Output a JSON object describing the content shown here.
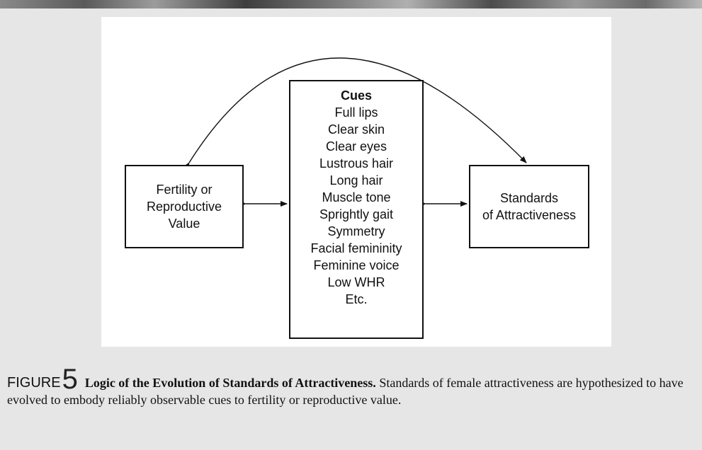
{
  "figure": {
    "label": "FIGURE",
    "number": "5",
    "title": "Logic of the Evolution of Standards of Attractiveness.",
    "caption": "Standards of female attractiveness are hypothesized to have evolved to embody reliably observable cues to fertility or reproductive value."
  },
  "diagram": {
    "left_box": {
      "lines": [
        "Fertility or",
        "Reproductive",
        "Value"
      ]
    },
    "center_box": {
      "title": "Cues",
      "items": [
        "Full lips",
        "Clear skin",
        "Clear eyes",
        "Lustrous hair",
        "Long hair",
        "Muscle tone",
        "Sprightly gait",
        "Symmetry",
        "Facial femininity",
        "Feminine voice",
        "Low WHR",
        "Etc."
      ]
    },
    "right_box": {
      "lines": [
        "Standards",
        "of Attractiveness"
      ]
    }
  }
}
